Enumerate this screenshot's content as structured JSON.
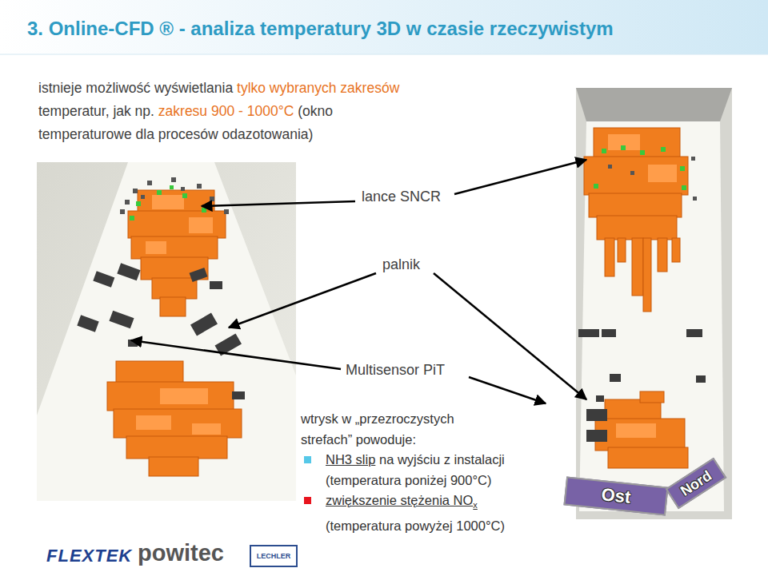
{
  "diagram": {
    "title": "3. Online-CFD ® - analiza temperatury 3D w czasie rzeczywistym",
    "nodes": [
      {
        "text": [
          "Ost"
        ]
      },
      {
        "text": [
          "Nord"
        ]
      }
    ],
    "labels": [
      "istnieje możliwość wyświetlania",
      "tylko wybranych zakresów",
      "temperatur, jak np.",
      "zakresu 900 - 1000°C",
      "(okno temperaturowe dla procesów odazotowania)",
      "lance SNCR",
      "palnik",
      "Multisensor PiT",
      "wtrysk w „przezroczystych strefach” powoduje:",
      "NH3 slip",
      "na wyjściu z instalacji",
      "(temperatura poniżej 900°C)",
      "zwiększenie stężenia NO",
      "x",
      "(temperatura powyżej 1000°C)",
      "FLEXTEK",
      "powitec",
      "LECHLER"
    ]
  }
}
